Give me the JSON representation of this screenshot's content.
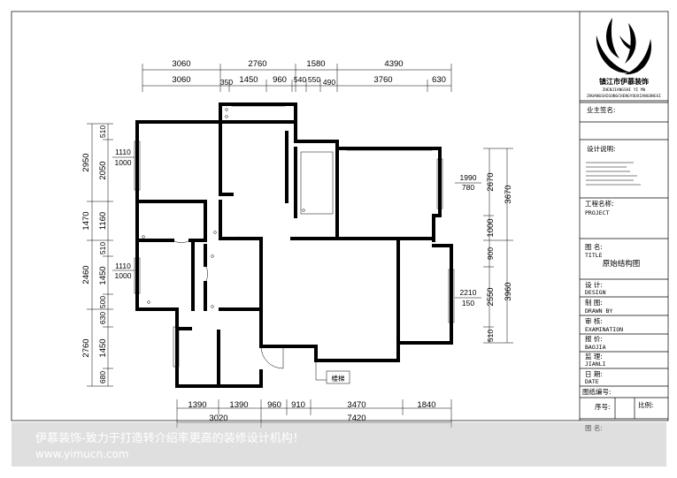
{
  "top_dims_row1": [
    "3060",
    "2760",
    "1580",
    "4390"
  ],
  "top_dims_row2": [
    "3060",
    "350",
    "1450",
    "960",
    "540",
    "550",
    "490",
    "3760",
    "630"
  ],
  "bottom_dims_row1": [
    "1390",
    "1390",
    "960",
    "910",
    "3470",
    "1840"
  ],
  "bottom_dims_row2": [
    "3020",
    "7420"
  ],
  "left_dims_outer": [
    "2950",
    "1470",
    "2460",
    "2760"
  ],
  "left_dims_inner": [
    "510",
    "2050",
    "1160",
    "510",
    "1450",
    "500",
    "630",
    "1450",
    "680"
  ],
  "left_window_labels": [
    {
      "top": "1110",
      "bottom": "1000"
    },
    {
      "top": "1110",
      "bottom": "1000"
    }
  ],
  "right_dims_outer": [
    "3670",
    "3960"
  ],
  "right_dims_inner": [
    "2670",
    "1000",
    "900",
    "2550",
    "510"
  ],
  "right_window_labels": [
    {
      "top": "1990",
      "bottom": "780"
    },
    {
      "top": "2210",
      "bottom": "150"
    }
  ],
  "stair_label": "楼梯",
  "title_block": {
    "company_cn": "镇江市伊慕装饰",
    "company_py": "ZHENJIANGSHI YI MU",
    "company_py2": "ZHUANGSHIGONGCHENGYOUXIANGONGSI",
    "owner_label": "业主签名:",
    "design_note_label": "设计说明:",
    "project_label_cn": "工程名称:",
    "project_label_en": "PROJECT",
    "title_label_cn": "图  名:",
    "title_label_en": "TITLE",
    "title_value": "原始结构图",
    "design_label_cn": "设  计:",
    "design_label_en": "DESIGN",
    "drawn_label_cn": "制  图:",
    "drawn_label_en": "DRAWN BY",
    "exam_label_cn": "审  核:",
    "exam_label_en": "EXAMINATION",
    "quote_label_cn": "报  价:",
    "quote_label_en": "BAOJIA",
    "supervise_label_cn": "监  理:",
    "supervise_label_en": "JIANLI",
    "date_label_cn": "日  期:",
    "date_label_en": "DATE",
    "drawing_no_label": "图纸编号:",
    "seq_label": "序号:",
    "scale_label": "比例:",
    "name_label": "图  名:"
  },
  "watermark": {
    "slogan": "伊慕装饰-致力于打造转介绍率更高的装修设计机构！",
    "url": "www.yimucn.com"
  },
  "colors": {
    "line": "#000000",
    "watermark_band": "#b9b9b9"
  }
}
